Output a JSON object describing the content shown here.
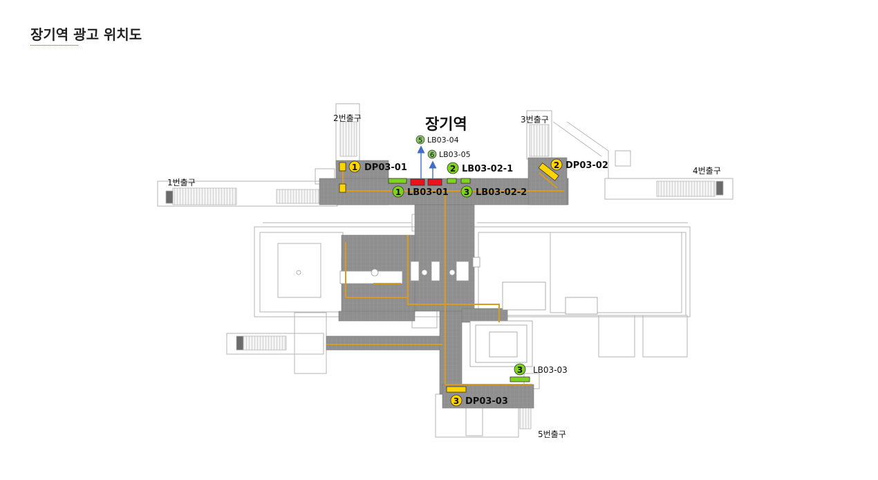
{
  "page": {
    "title": "장기역 광고 위치도"
  },
  "map": {
    "station_name": "장기역",
    "exits": [
      {
        "label": "1번출구"
      },
      {
        "label": "2번출구"
      },
      {
        "label": "3번출구"
      },
      {
        "label": "4번출구"
      },
      {
        "label": "5번출구"
      }
    ],
    "ads": [
      {
        "num": "1",
        "code": "DP03-01",
        "kind": "DP"
      },
      {
        "num": "2",
        "code": "DP03-02",
        "kind": "DP"
      },
      {
        "num": "3",
        "code": "DP03-03",
        "kind": "DP"
      },
      {
        "num": "1",
        "code": "LB03-01",
        "kind": "LB"
      },
      {
        "num": "2",
        "code": "LB03-02-1",
        "kind": "LB"
      },
      {
        "num": "3",
        "code": "LB03-02-2",
        "kind": "LB"
      },
      {
        "num": "3",
        "code": "LB03-03",
        "kind": "LB"
      },
      {
        "num": "5",
        "code": "LB03-04",
        "kind": "LB"
      },
      {
        "num": "6",
        "code": "LB03-05",
        "kind": "LB"
      }
    ],
    "colors": {
      "dp_marker": "#ffd400",
      "lb_marker": "#7ed321",
      "lb_small_marker": "#8cc464",
      "red_panel": "#e8141c",
      "arrow": "#3f6fc4",
      "floor": "#8c8c8c",
      "guide_line": "#d99a1e",
      "wall": "#a8a8a8"
    }
  }
}
